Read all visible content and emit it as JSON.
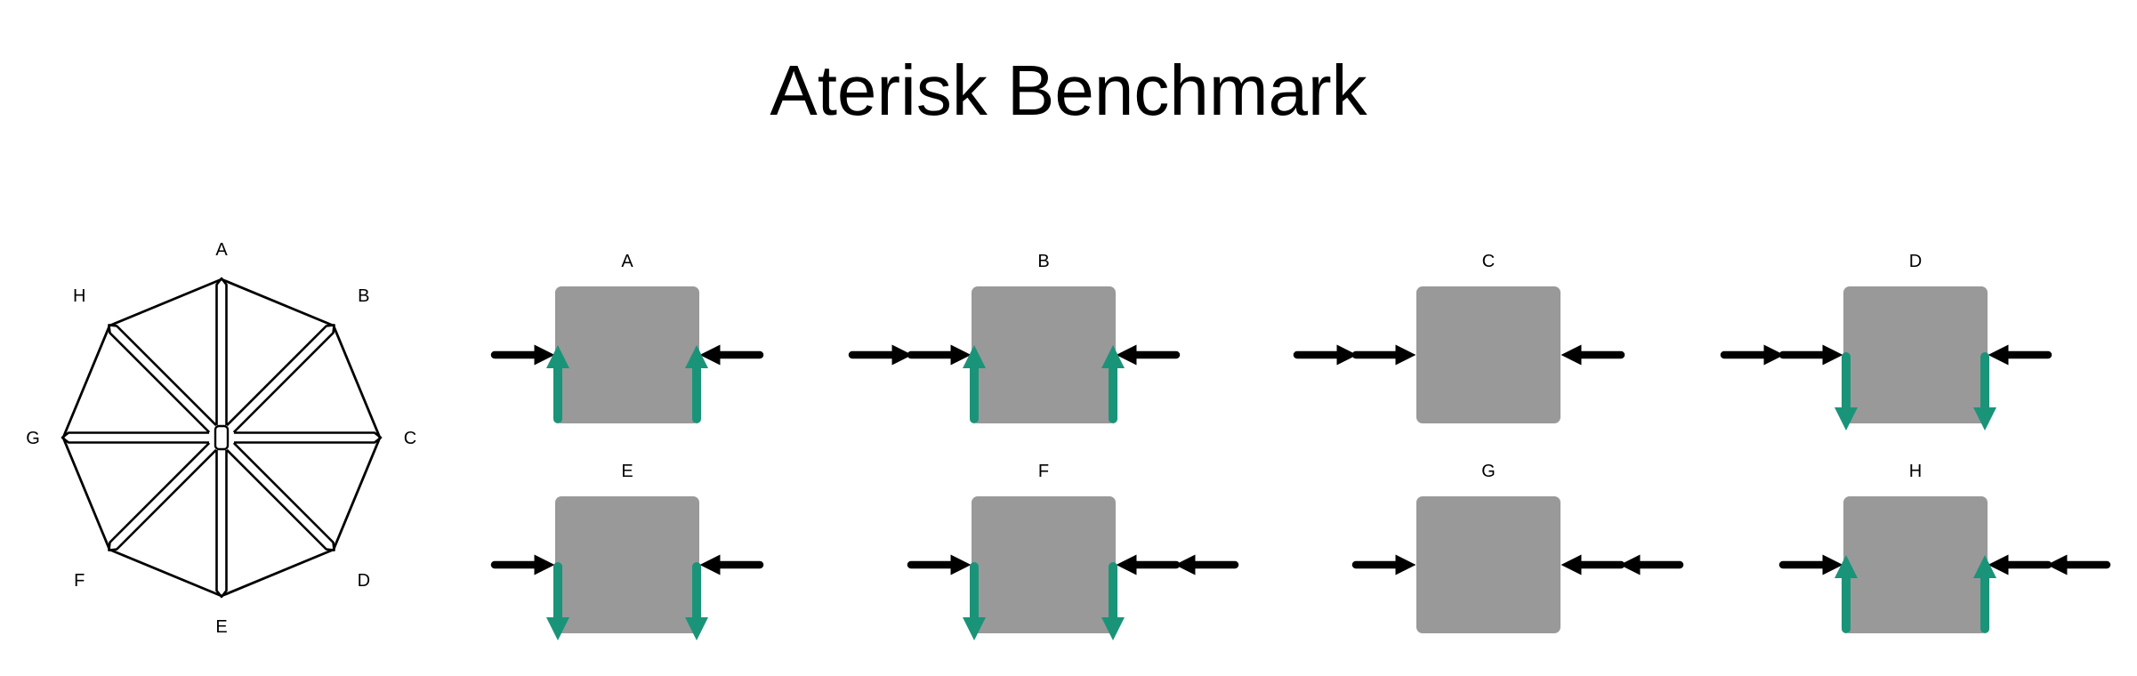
{
  "title": "Aterisk Benchmark",
  "octagon": {
    "vertices": [
      {
        "id": "tip-a",
        "label": "A"
      },
      {
        "id": "tip-b",
        "label": "B"
      },
      {
        "id": "tip-c",
        "label": "C"
      },
      {
        "id": "tip-d",
        "label": "D"
      },
      {
        "id": "tip-e",
        "label": "E"
      },
      {
        "id": "tip-f",
        "label": "F"
      },
      {
        "id": "tip-g",
        "label": "G"
      },
      {
        "id": "tip-h",
        "label": "H"
      }
    ]
  },
  "cases": [
    {
      "label": "A",
      "left_arrows": 1,
      "right_arrows": 1,
      "shear": "up"
    },
    {
      "label": "B",
      "left_arrows": 2,
      "right_arrows": 1,
      "shear": "up"
    },
    {
      "label": "C",
      "left_arrows": 2,
      "right_arrows": 1,
      "shear": "none"
    },
    {
      "label": "D",
      "left_arrows": 2,
      "right_arrows": 1,
      "shear": "down"
    },
    {
      "label": "E",
      "left_arrows": 1,
      "right_arrows": 1,
      "shear": "down"
    },
    {
      "label": "F",
      "left_arrows": 1,
      "right_arrows": 2,
      "shear": "down"
    },
    {
      "label": "G",
      "left_arrows": 1,
      "right_arrows": 2,
      "shear": "none"
    },
    {
      "label": "H",
      "left_arrows": 1,
      "right_arrows": 2,
      "shear": "up"
    }
  ],
  "colors": {
    "block": "#999999",
    "shear_arrow": "#1a9479",
    "load_arrow": "#000000",
    "outline": "#000000"
  }
}
